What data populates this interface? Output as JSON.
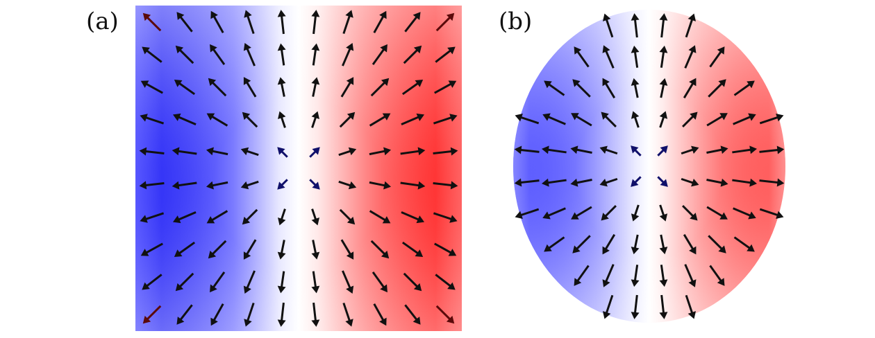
{
  "panels": [
    {
      "label": "(a)",
      "shape": "square",
      "color_left": "#0000ff",
      "color_right": "#ff0000",
      "color_center": "#ffffff",
      "arrow_grid": {
        "rows": 10,
        "cols": 10
      }
    },
    {
      "label": "(b)",
      "shape": "ellipse",
      "color_left": "#0000ff",
      "color_right": "#ff0000",
      "color_center": "#ffffff",
      "arrow_grid": {
        "rows": 10,
        "cols": 10
      }
    }
  ],
  "colors": {
    "arrow_default": "#111111",
    "arrow_center": "#10106a",
    "arrow_corner": "#5a0a0a",
    "background": "#ffffff"
  }
}
